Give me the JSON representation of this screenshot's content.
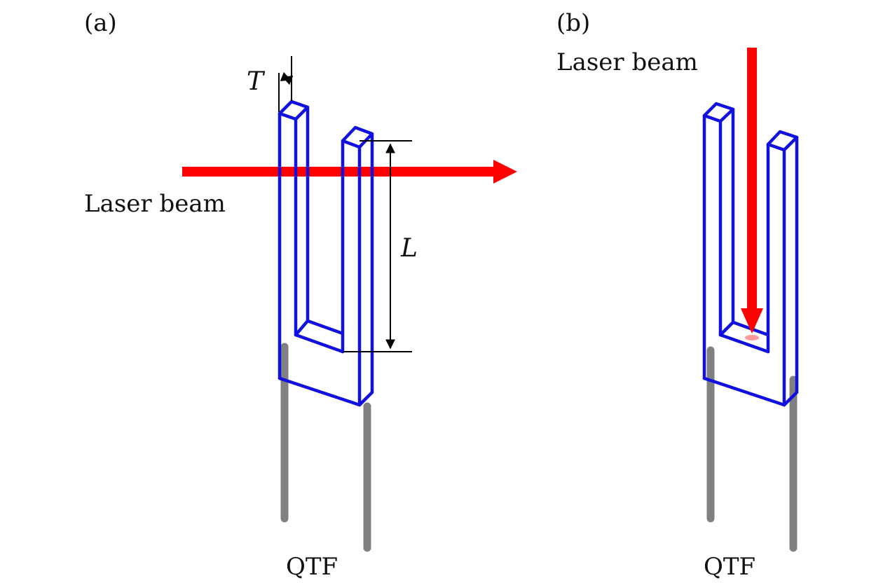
{
  "panels": {
    "a": {
      "label": "(a)",
      "beam_label": "Laser beam",
      "device_label": "QTF",
      "thickness_symbol": "T",
      "length_symbol": "L"
    },
    "b": {
      "label": "(b)",
      "beam_label": "Laser beam",
      "device_label": "QTF"
    }
  },
  "colors": {
    "fork": "#1010e0",
    "laser": "#ff0000",
    "leads": "#808080",
    "dimension": "#000000"
  }
}
